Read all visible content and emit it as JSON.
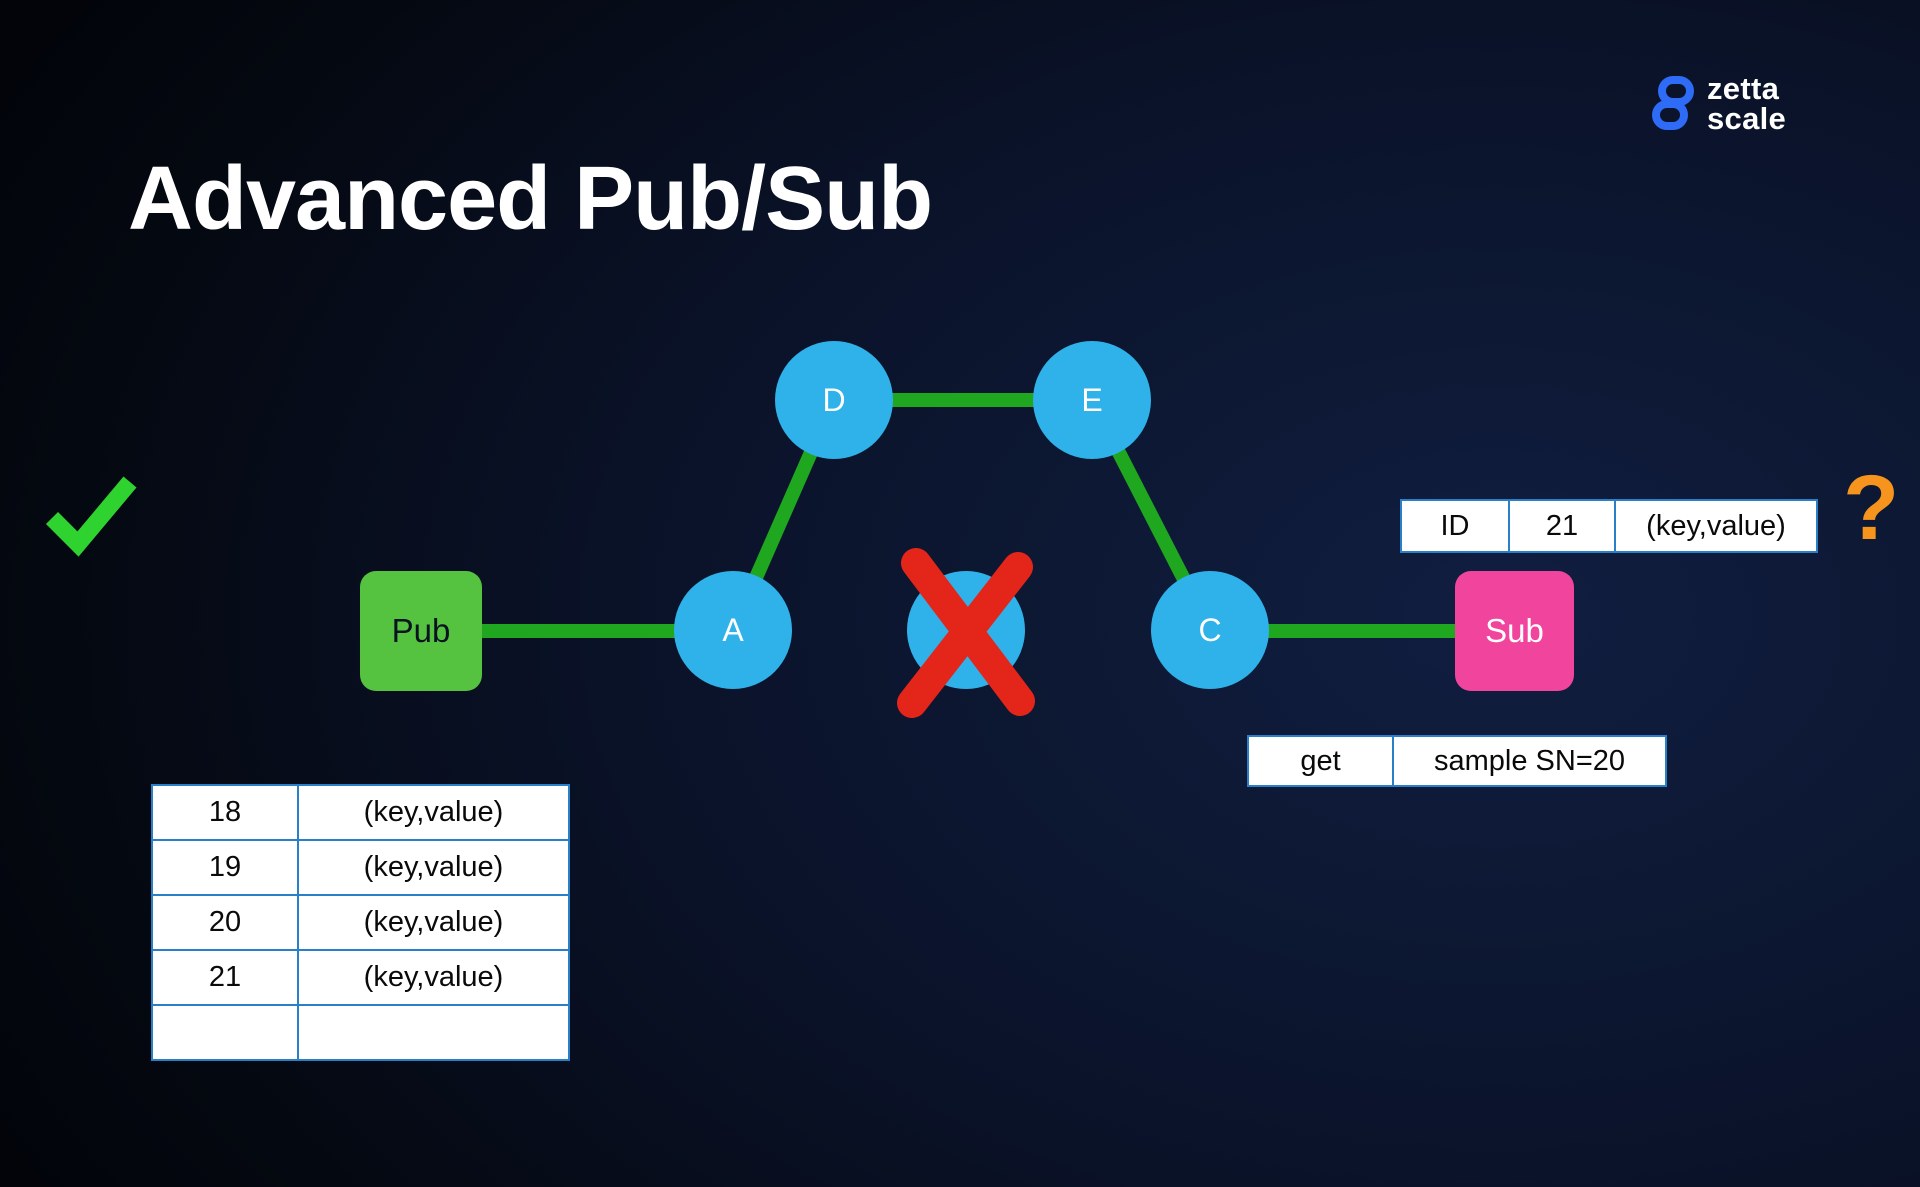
{
  "slide": {
    "title": "Advanced Pub/Sub"
  },
  "logo": {
    "line1": "zetta",
    "line2": "scale"
  },
  "marks": {
    "check_icon": "green-checkmark",
    "question": "?"
  },
  "nodes": {
    "pub": "Pub",
    "a": "A",
    "d": "D",
    "e": "E",
    "c": "C",
    "sub": "Sub"
  },
  "id_table": {
    "cells": [
      "ID",
      "21",
      "(key,value)"
    ]
  },
  "get_table": {
    "cells": [
      "get",
      "sample SN=20"
    ]
  },
  "history_table": {
    "rows": [
      [
        "18",
        "(key,value)"
      ],
      [
        "19",
        "(key,value)"
      ],
      [
        "20",
        "(key,value)"
      ],
      [
        "21",
        "(key,value)"
      ],
      [
        "",
        ""
      ]
    ]
  },
  "colors": {
    "node_blue": "#2fb1e9",
    "edge_green": "#1fa71f",
    "pub_green": "#55c340",
    "sub_pink": "#f0449d",
    "x_red": "#e32619",
    "check_green": "#2fd32f",
    "question_orange": "#f7941d",
    "table_border": "#2a7fc9",
    "logo_blue": "#2e6bf6"
  }
}
